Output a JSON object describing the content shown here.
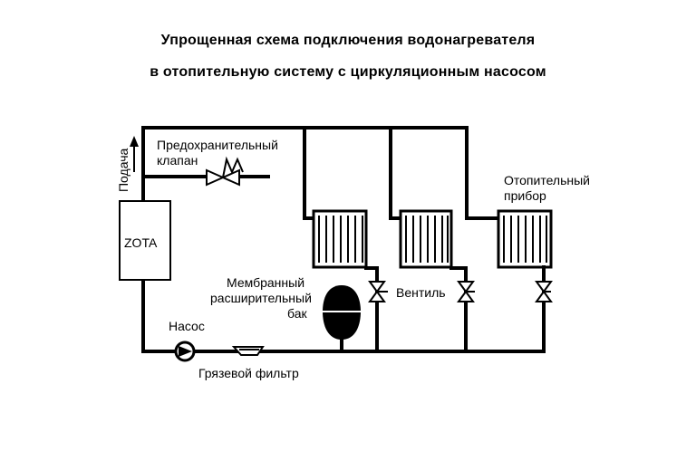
{
  "title_line1": "Упрощенная  схема  подключения водонагревателя",
  "title_line2": "в отопительную систему с циркуляционным насосом",
  "labels": {
    "supply": "Подача",
    "safety_valve_1": "Предохранительный",
    "safety_valve_2": "клапан",
    "heater_brand": "ZOTA",
    "radiator_1": "Отопительный",
    "radiator_2": "прибор",
    "tank_1": "Мембранный",
    "tank_2": "расширительный",
    "tank_3": "бак",
    "valve": "Вентиль",
    "pump": "Насос",
    "filter": "Грязевой фильтр"
  },
  "colors": {
    "line": "#000000",
    "background": "#ffffff"
  }
}
